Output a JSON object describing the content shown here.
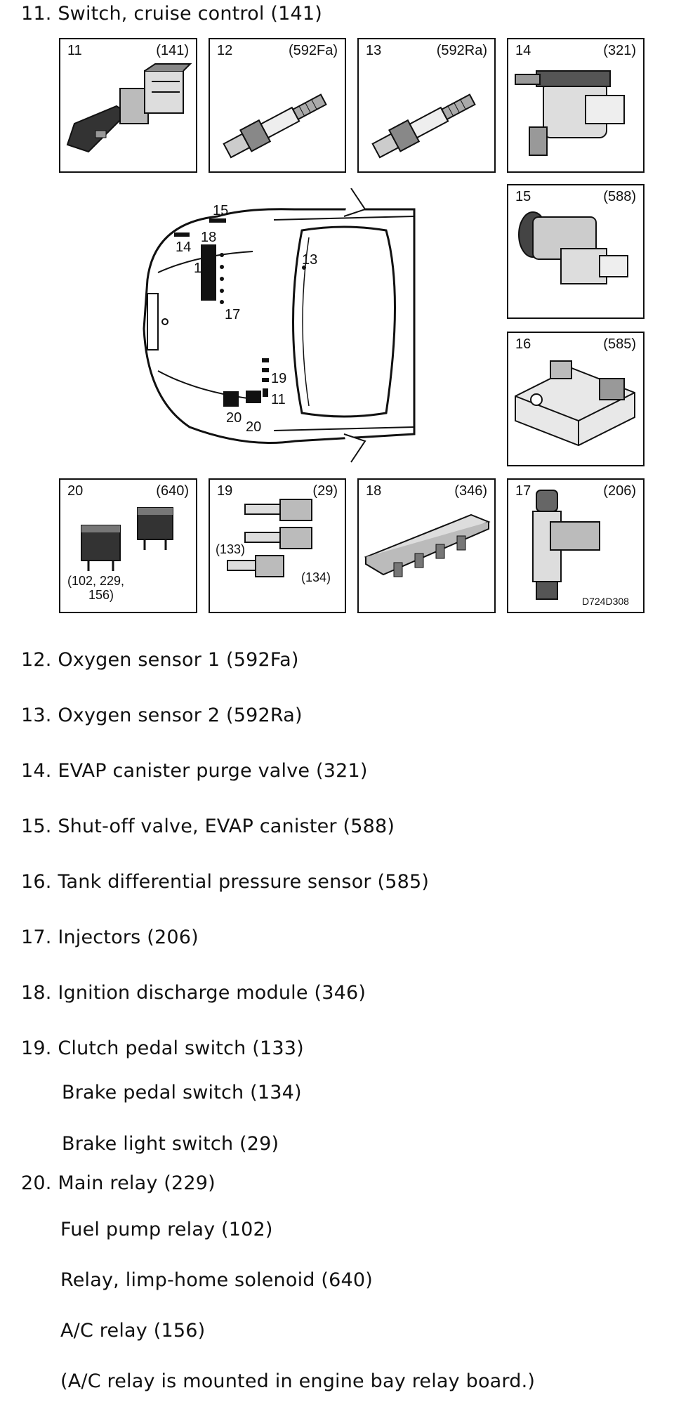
{
  "heading": "11. Switch, cruise control (141)",
  "components": [
    {
      "num": "11",
      "code": "(141)"
    },
    {
      "num": "12",
      "code": "(592Fa)"
    },
    {
      "num": "13",
      "code": "(592Ra)"
    },
    {
      "num": "14",
      "code": "(321)"
    },
    {
      "num": "15",
      "code": "(588)"
    },
    {
      "num": "16",
      "code": "(585)"
    },
    {
      "num": "20",
      "code": "(640)",
      "sub": [
        "(102, 229,",
        "156)"
      ]
    },
    {
      "num": "19",
      "code": "(29)",
      "sub_left": "(133)",
      "sub_right": "(134)"
    },
    {
      "num": "18",
      "code": "(346)"
    },
    {
      "num": "17",
      "code": "(206)",
      "ref": "D724D308"
    }
  ],
  "car_labels": {
    "l15": "15",
    "l14": "14",
    "l18": "18",
    "l12": "12",
    "l17": "17",
    "l13": "13",
    "l19": "19",
    "l11": "11",
    "l20a": "20",
    "l20b": "20"
  },
  "items": [
    "12. Oxygen sensor 1 (592Fa)",
    "13. Oxygen sensor 2 (592Ra)",
    "14. EVAP canister purge valve (321)",
    "15. Shut-off valve, EVAP canister (588)",
    "16. Tank differential pressure sensor (585)",
    "17. Injectors (206)",
    "18. Ignition discharge module (346)",
    "19. Clutch pedal switch (133)",
    "Brake pedal switch (134)",
    "Brake light switch (29)",
    "20. Main relay (229)",
    "Fuel pump relay (102)",
    "Relay, limp-home solenoid (640)",
    "A/C relay (156)",
    "(A/C relay is mounted in engine bay relay board.)"
  ]
}
